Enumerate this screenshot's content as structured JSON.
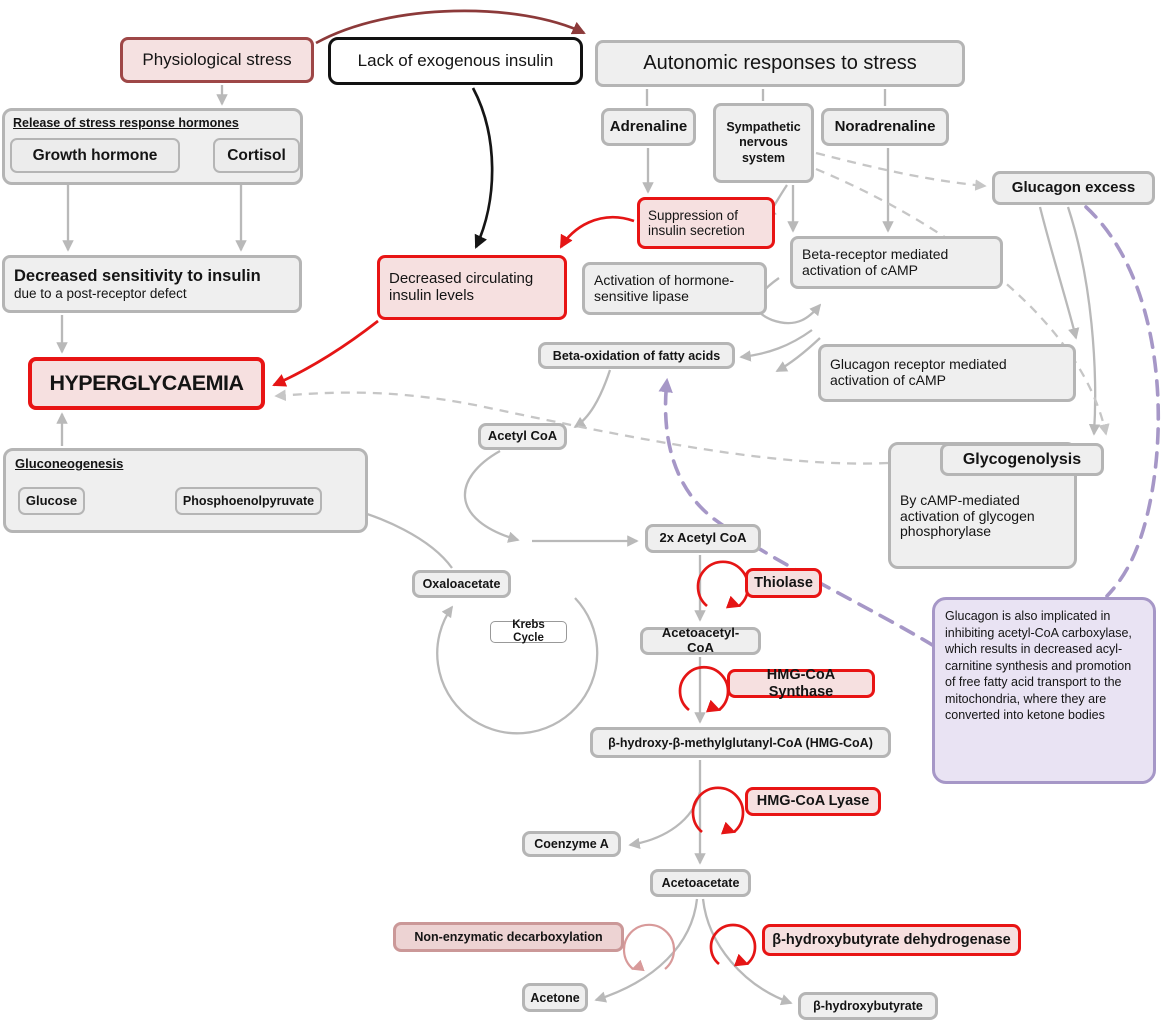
{
  "diagram": {
    "top": {
      "physiological_stress": "Physiological stress",
      "lack_exogenous_insulin": "Lack of exogenous insulin",
      "autonomic_responses": "Autonomic responses to stress"
    },
    "stress_hormones": {
      "title": "Release of stress response hormones",
      "growth_hormone": "Growth hormone",
      "cortisol": "Cortisol"
    },
    "catecholamines": {
      "adrenaline": "Adrenaline",
      "sympathetic_nervous_system": "Sympathetic nervous system",
      "noradrenaline": "Noradrenaline",
      "glucagon_excess": "Glucagon excess"
    },
    "insulin": {
      "suppression": "Suppression of insulin secretion",
      "decreased_circulating": "Decreased circulating insulin levels",
      "decreased_sensitivity_title": "Decreased sensitivity to insulin",
      "decreased_sensitivity_sub": "due to a post-receptor defect"
    },
    "camp": {
      "beta_receptor": "Beta-receptor mediated activation of cAMP",
      "glucagon_receptor": "Glucagon receptor mediated activation of cAMP",
      "lipase": "Activation of hormone-sensitive lipase",
      "beta_oxidation": "Beta-oxidation of fatty acids"
    },
    "glucose_pathways": {
      "hyperglycaemia": "HYPERGLYCAEMIA",
      "gluconeogenesis_title": "Gluconeogenesis",
      "glucose": "Glucose",
      "phosphoenolpyruvate": "Phosphoenolpyruvate",
      "glycogenolysis_title": "Glycogenolysis",
      "glycogenolysis_sub": "By cAMP-mediated activation of glycogen phosphorylase"
    },
    "ketogenesis": {
      "acetyl_coa": "Acetyl CoA",
      "two_acetyl_coa": "2x Acetyl CoA",
      "oxaloacetate": "Oxaloacetate",
      "krebs_cycle": "Krebs Cycle",
      "thiolase": "Thiolase",
      "acetoacetyl_coa": "Acetoacetyl-CoA",
      "hmg_coa_synthase": "HMG-CoA Synthase",
      "hmg_coa": "β-hydroxy-β-methylglutanyl-CoA (HMG-CoA)",
      "hmg_coa_lyase": "HMG-CoA Lyase",
      "coenzyme_a": "Coenzyme A",
      "acetoacetate": "Acetoacetate",
      "non_enzymatic": "Non-enzymatic decarboxylation",
      "bhb_dehydrogenase": "β-hydroxybutyrate dehydrogenase",
      "acetone": "Acetone",
      "beta_hydroxybutyrate": "β-hydroxybutyrate"
    },
    "note": {
      "text": "Glucagon is also implicated in inhibiting acetyl-CoA carboxylase, which results in decreased acyl-carnitine synthesis and promotion of free fatty acid transport to the mitochondria, where they are converted into ketone bodies"
    },
    "colors": {
      "highlight_red": "#e81414",
      "pink_fill": "#f5e1e1",
      "dark_red_border": "#9e4747",
      "purple_border": "#a697c7",
      "purple_fill": "#e9e3f3",
      "gray_border": "#b5b5b5",
      "box_fill": "#efefef"
    }
  }
}
